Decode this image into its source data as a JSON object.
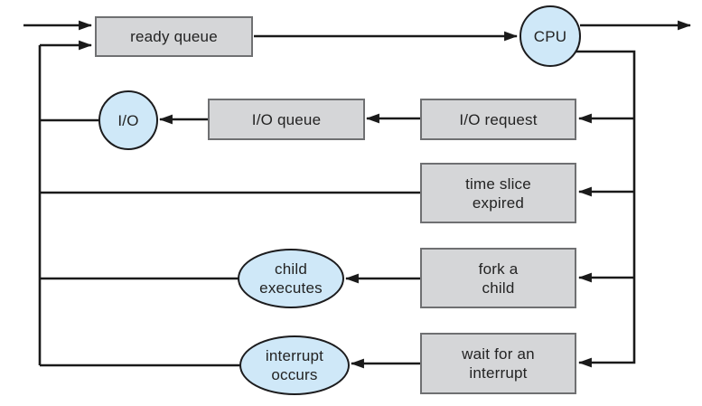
{
  "diagram": {
    "nodes": {
      "ready_queue": {
        "label": "ready queue",
        "type": "queue"
      },
      "cpu": {
        "label": "CPU",
        "type": "resource"
      },
      "io": {
        "label": "I/O",
        "type": "resource"
      },
      "io_queue": {
        "label": "I/O queue",
        "type": "queue"
      },
      "io_request": {
        "label": "I/O request",
        "type": "event"
      },
      "time_slice": {
        "label": "time slice\nexpired",
        "type": "event"
      },
      "child_executes": {
        "label": "child\nexecutes",
        "type": "activity"
      },
      "fork_child": {
        "label": "fork a\nchild",
        "type": "event"
      },
      "interrupt_occurs": {
        "label": "interrupt\noccurs",
        "type": "activity"
      },
      "wait_interrupt": {
        "label": "wait for an\ninterrupt",
        "type": "event"
      }
    },
    "edges": [
      "entry -> ready queue",
      "left rail -> ready queue",
      "ready queue -> CPU",
      "CPU -> exit",
      "CPU -> right rail",
      "right rail -> I/O request",
      "right rail -> time slice expired",
      "right rail -> fork a child",
      "right rail -> wait for an interrupt",
      "I/O request -> I/O queue",
      "I/O queue -> I/O",
      "I/O -> left rail",
      "time slice expired -> left rail",
      "fork a child -> child executes",
      "child executes -> left rail",
      "wait for an interrupt -> interrupt occurs",
      "interrupt occurs -> left rail"
    ],
    "colors": {
      "queue_fill": "#d5d6d8",
      "queue_border": "#6f7072",
      "resource_fill": "#cfe8f8",
      "resource_border": "#1c1c1e",
      "line": "#1a1a1a",
      "text": "#232323",
      "background": "#ffffff"
    }
  }
}
